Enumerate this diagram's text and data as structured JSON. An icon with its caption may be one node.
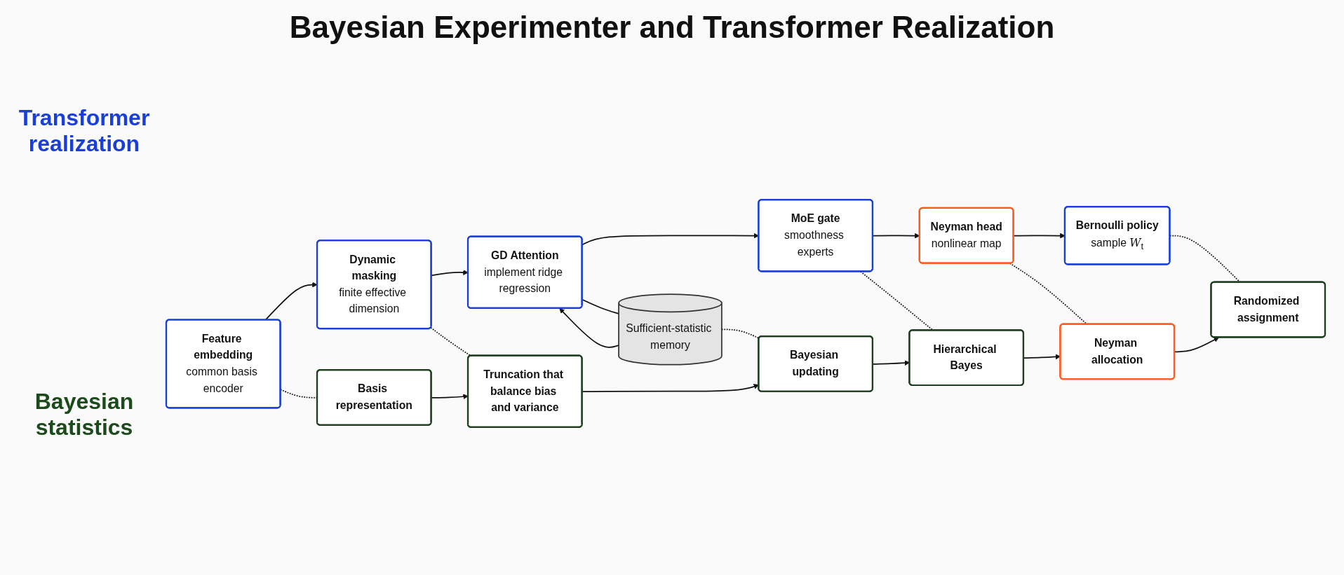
{
  "diagram": {
    "title": "Bayesian Experimenter and Transformer Realization",
    "nodes": [
      {
        "text": [
          "Feature embedding",
          "common basis encoder"
        ]
      },
      {
        "text": [
          "Dynamic masking",
          "finite effective dimension"
        ]
      },
      {
        "text": [
          "GD Attention",
          "implement ridge regression"
        ]
      },
      {
        "text": [
          "MoE gate",
          "smoothness experts"
        ]
      },
      {
        "text": [
          "Neyman head",
          "nonlinear map"
        ]
      },
      {
        "text": [
          "Bernoulli policy",
          "sample *W*$_{t}$"
        ]
      },
      {
        "text": [
          "Sufficient-statistic memory"
        ]
      },
      {
        "text": [
          "Basis representation"
        ]
      },
      {
        "text": [
          "Truncation that balance bias and variance"
        ]
      },
      {
        "text": [
          "Bayesian updating"
        ]
      },
      {
        "text": [
          "Hierarchical Bayes"
        ]
      },
      {
        "text": [
          "Neyman allocation"
        ]
      },
      {
        "text": [
          "Randomized assignment"
        ]
      }
    ],
    "edges": [
      {
        "from": 0,
        "to": 1,
        "arrow": "to"
      },
      {
        "from": 1,
        "to": 2,
        "arrow": "to"
      },
      {
        "from": 2,
        "to": 3,
        "arrow": "to"
      },
      {
        "from": 3,
        "to": 4,
        "arrow": "to"
      },
      {
        "from": 4,
        "to": 5,
        "arrow": "to"
      },
      {
        "from": 2,
        "to": 6,
        "arrow": "none"
      },
      {
        "from": 6,
        "to": 2,
        "arrow": "to"
      },
      {
        "from": 0,
        "to": 7,
        "arrow": "none",
        "style": "dashed"
      },
      {
        "from": 1,
        "to": 8,
        "arrow": "none",
        "style": "dashed"
      },
      {
        "from": 6,
        "to": 9,
        "arrow": "none",
        "style": "dashed"
      },
      {
        "from": 3,
        "to": 10,
        "arrow": "none",
        "style": "dashed"
      },
      {
        "from": 4,
        "to": 11,
        "arrow": "none",
        "style": "dashed"
      },
      {
        "from": 5,
        "to": 12,
        "arrow": "none",
        "style": "dashed"
      },
      {
        "from": 7,
        "to": 8,
        "arrow": "to"
      },
      {
        "from": 8,
        "to": 9,
        "arrow": "to"
      },
      {
        "from": 9,
        "to": 10,
        "arrow": "to"
      },
      {
        "from": 10,
        "to": 11,
        "arrow": "to"
      },
      {
        "from": 11,
        "to": 12,
        "arrow": "to"
      }
    ],
    "labels": [
      "Transformer realization",
      "Bayesian statistics"
    ]
  }
}
